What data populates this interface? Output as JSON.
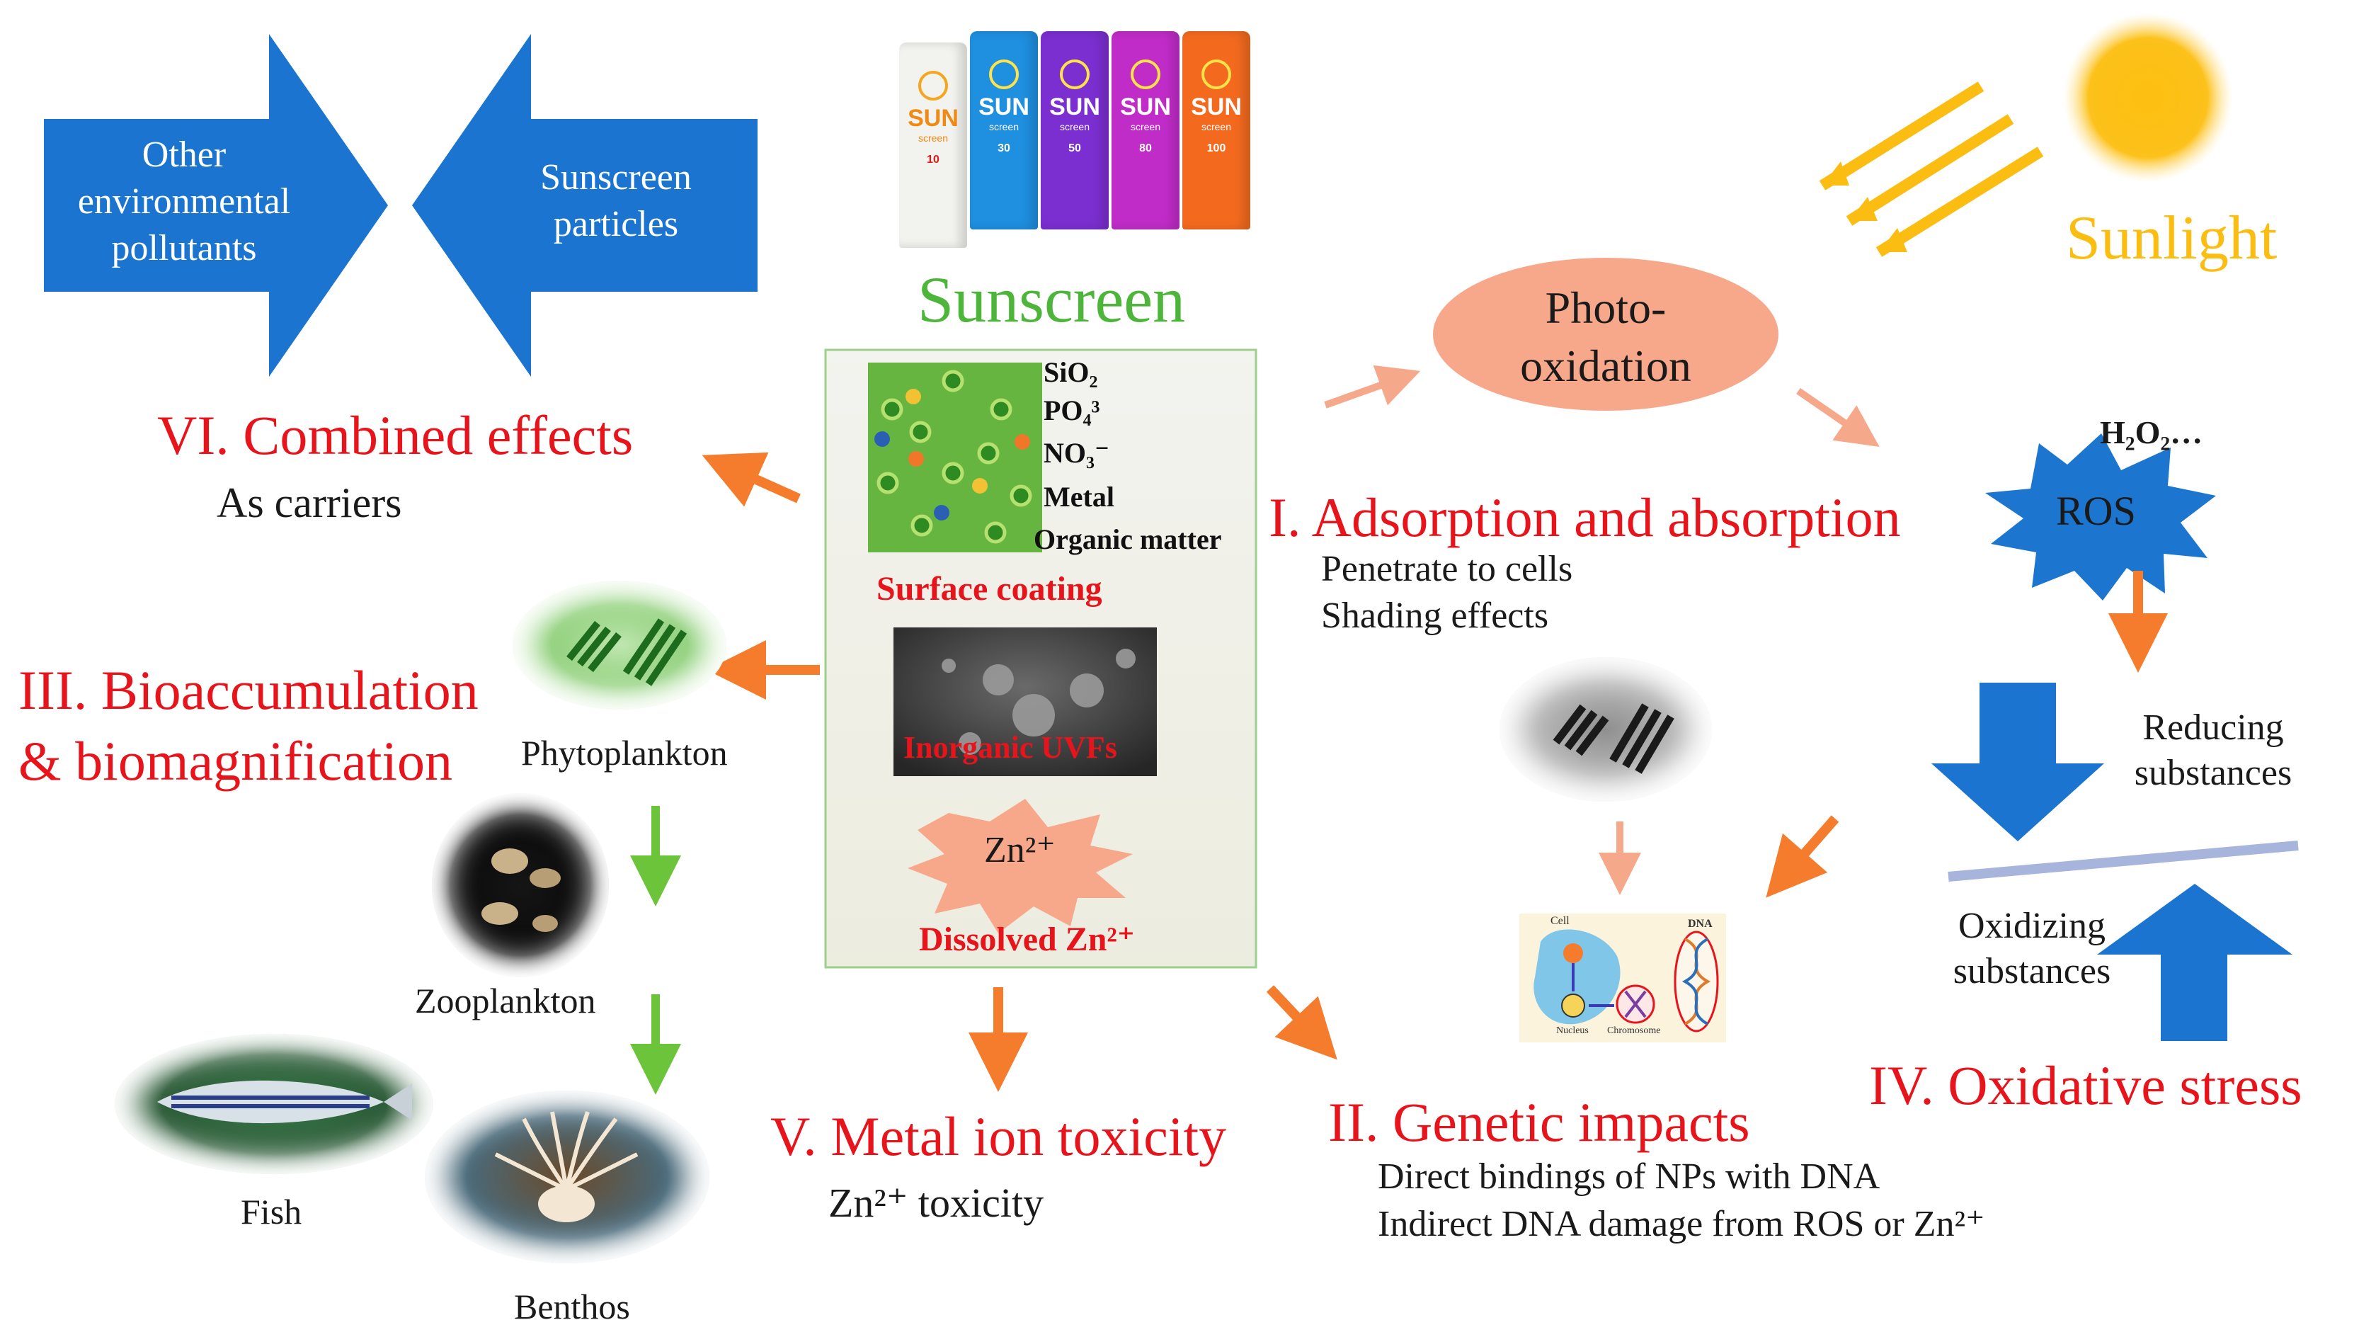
{
  "arrows": {
    "left_label": "Other\nenvironmental\npollutants",
    "right_label": "Sunscreen\nparticles"
  },
  "sunscreen": {
    "title": "Sunscreen",
    "tubes": [
      {
        "brand": "SUN",
        "sub": "screen",
        "spf": "10",
        "color": "#f2f2ee"
      },
      {
        "brand": "SUN",
        "sub": "screen",
        "spf": "30",
        "color": "#1f8fe0"
      },
      {
        "brand": "SUN",
        "sub": "screen",
        "spf": "50",
        "color": "#7b2fd0"
      },
      {
        "brand": "SUN",
        "sub": "screen",
        "spf": "80",
        "color": "#c02cc8"
      },
      {
        "brand": "SUN",
        "sub": "screen",
        "spf": "100",
        "color": "#f36a1f"
      }
    ]
  },
  "sunlight": {
    "label": "Sunlight"
  },
  "photooxidation": {
    "label": "Photo-\noxidation"
  },
  "ros": {
    "label": "ROS",
    "h2o2": "H₂O₂…"
  },
  "center_box": {
    "coatings": [
      "SiO₂",
      "PO₄³",
      "NO₃⁻",
      "Metal",
      "Organic matter"
    ],
    "surface_coating": "Surface coating",
    "inorganic_uvfs": "Inorganic UVFs",
    "zn_star": "Zn²⁺",
    "dissolved": "Dissolved Zn²⁺"
  },
  "effects": {
    "combined": {
      "title": "VI. Combined effects",
      "sub": "As carriers"
    },
    "bioaccum": {
      "title_1": "III. Bioaccumulation",
      "title_2": "& biomagnification"
    },
    "adsorption": {
      "title": "I. Adsorption and absorption",
      "sub_1": "Penetrate to cells",
      "sub_2": "Shading effects"
    },
    "metal": {
      "title": "V. Metal ion toxicity",
      "sub": "Zn²⁺ toxicity"
    },
    "genetic": {
      "title": "II. Genetic impacts",
      "sub_1": "Direct bindings of NPs with DNA",
      "sub_2": "Indirect DNA damage from ROS or Zn²⁺"
    },
    "oxidative": {
      "title": "IV. Oxidative stress",
      "reducing": "Reducing\nsubstances",
      "oxidizing": "Oxidizing\nsubstances"
    }
  },
  "food_chain": {
    "phytoplankton": "Phytoplankton",
    "zooplankton": "Zooplankton",
    "fish": "Fish",
    "benthos": "Benthos"
  },
  "cell_diagram": {
    "cell": "Cell",
    "dna": "DNA",
    "nucleus": "Nucleus",
    "chromosome": "Chromosome"
  },
  "colors": {
    "blue_arrow": "#1b74d0",
    "orange_arrow": "#f47c2c",
    "salmon_arrow": "#f6a98a",
    "green_arrow": "#6cc43a",
    "red_text": "#e8141c",
    "sun_yellow": "#fbbd12",
    "sunscreen_green": "#4cb53a"
  }
}
